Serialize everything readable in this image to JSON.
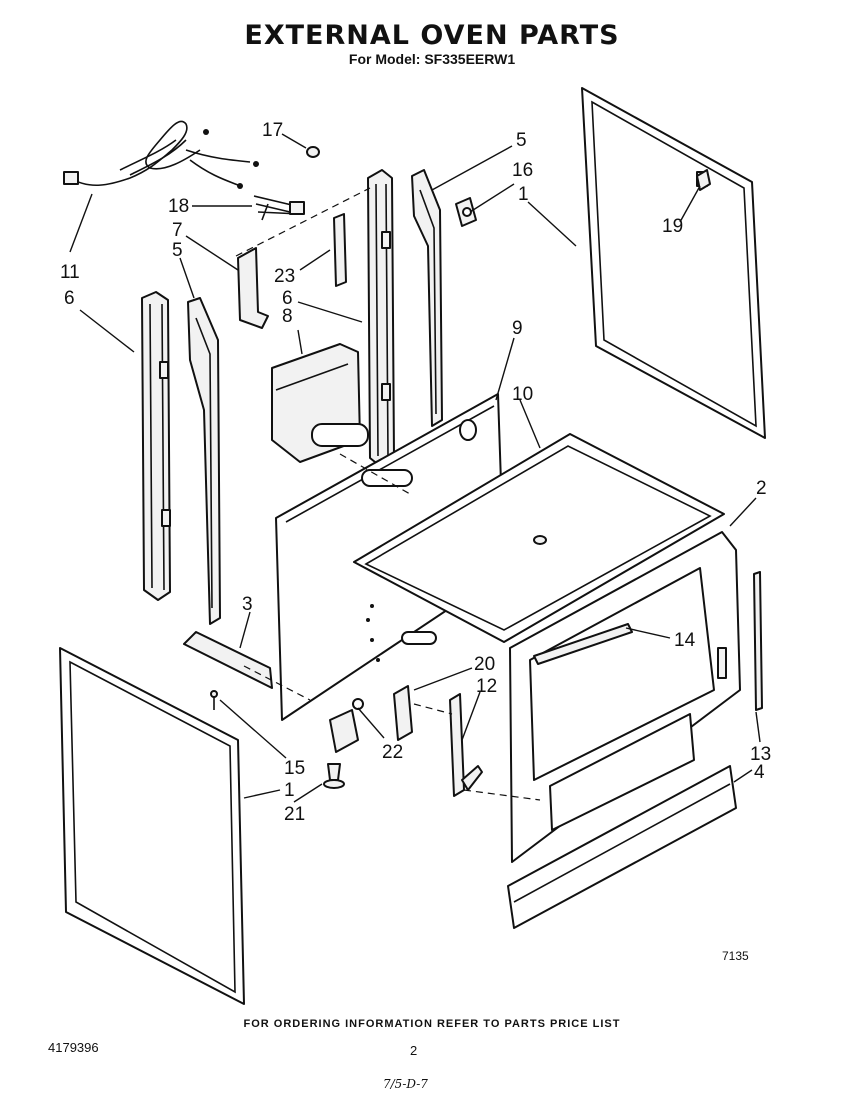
{
  "header": {
    "title": "EXTERNAL OVEN PARTS",
    "subtitle": "For Model: SF335EERW1"
  },
  "callouts": [
    {
      "id": "c17",
      "label": "17"
    },
    {
      "id": "c5a",
      "label": "5"
    },
    {
      "id": "c16",
      "label": "16"
    },
    {
      "id": "c1a",
      "label": "1"
    },
    {
      "id": "c19",
      "label": "19"
    },
    {
      "id": "c18",
      "label": "18"
    },
    {
      "id": "c7",
      "label": "7"
    },
    {
      "id": "c5b",
      "label": "5"
    },
    {
      "id": "c23",
      "label": "23"
    },
    {
      "id": "c11",
      "label": "11"
    },
    {
      "id": "c6a",
      "label": "6"
    },
    {
      "id": "c6b",
      "label": "6"
    },
    {
      "id": "c8",
      "label": "8"
    },
    {
      "id": "c9",
      "label": "9"
    },
    {
      "id": "c10",
      "label": "10"
    },
    {
      "id": "c2",
      "label": "2"
    },
    {
      "id": "c3",
      "label": "3"
    },
    {
      "id": "c14",
      "label": "14"
    },
    {
      "id": "c20",
      "label": "20"
    },
    {
      "id": "c12",
      "label": "12"
    },
    {
      "id": "c22",
      "label": "22"
    },
    {
      "id": "c15",
      "label": "15"
    },
    {
      "id": "c1b",
      "label": "1"
    },
    {
      "id": "c21",
      "label": "21"
    },
    {
      "id": "c13",
      "label": "13"
    },
    {
      "id": "c4",
      "label": "4"
    }
  ],
  "footer": {
    "fig_number": "7135",
    "ordering_note": "FOR ORDERING INFORMATION REFER TO PARTS PRICE LIST",
    "doc_number": "4179396",
    "page_number": "2",
    "handwritten_note": "7/5-D-7"
  },
  "colors": {
    "ink": "#111111",
    "paper": "#ffffff"
  }
}
